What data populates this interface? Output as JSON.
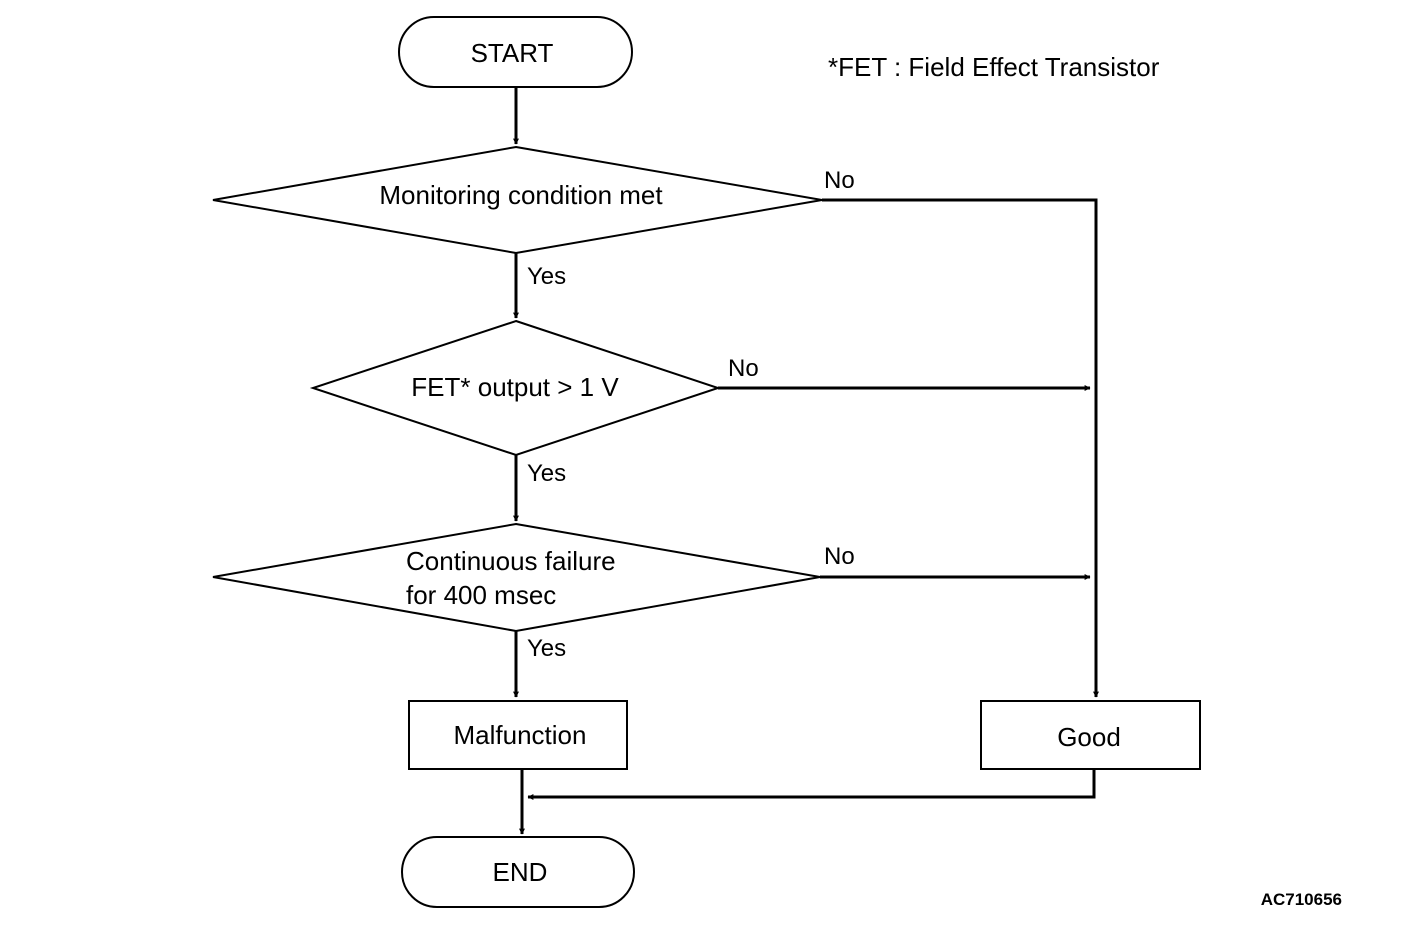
{
  "footnote": "*FET : Field Effect Transistor",
  "figure_code": "AC710656",
  "nodes": {
    "start": "START",
    "decision1": "Monitoring condition met",
    "decision2": "FET* output > 1 V",
    "decision3_line1": "Continuous failure",
    "decision3_line2": "for 400 msec",
    "malfunction": "Malfunction",
    "good": "Good",
    "end": "END"
  },
  "edge_labels": {
    "d1_yes": "Yes",
    "d1_no": "No",
    "d2_yes": "Yes",
    "d2_no": "No",
    "d3_yes": "Yes",
    "d3_no": "No"
  }
}
